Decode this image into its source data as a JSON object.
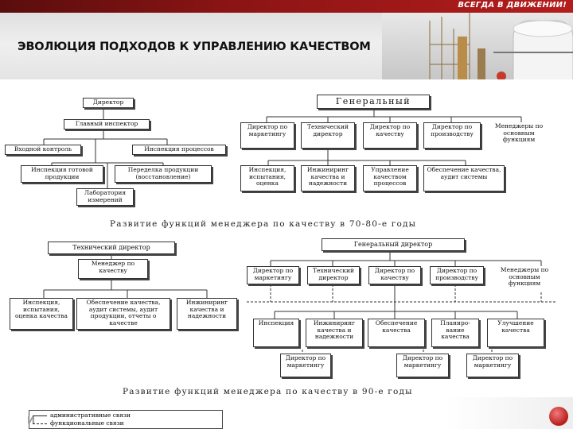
{
  "header": {
    "slogan": "ВСЕГДА В ДВИЖЕНИИ!",
    "title": "ЭВОЛЮЦИЯ ПОДХОДОВ К УПРАВЛЕНИЮ КАЧЕСТВОМ",
    "brand_color": "#9b1818"
  },
  "diagram1": {
    "director": "Директор",
    "chief_inspector": "Главный инспектор",
    "incoming_control": "Входной контроль",
    "process_inspection": "Инспекция процессов",
    "finished_inspection": "Инспекция готовой продукции",
    "rework": "Переделка продукции (восстановление)",
    "lab": "Лаборатория измерений"
  },
  "diagram2": {
    "general": "Генеральный",
    "dir_marketing": "Директор по маркетингу",
    "tech_director": "Технический директор",
    "dir_quality": "Директор по качеству",
    "dir_production": "Директор по производству",
    "managers_functions": "Менеджеры по основным функциям",
    "inspection_testing": "Инспекция, испытания, оценка",
    "reliability_engineering": "Инжиниринг качества и надежности",
    "process_control": "Управление качеством процессов",
    "quality_assurance": "Обеспечение качества, аудит системы"
  },
  "caption1": "Развитие функций менеджера по качеству в 70-80-е годы",
  "diagram3": {
    "tech_director": "Технический директор",
    "quality_manager": "Менеджер по качеству",
    "inspection": "Инспекция, испытания, оценка качества",
    "assurance": "Обеспечение качества, аудит системы, аудит продукции, отчеты о качестве",
    "engineering": "Инжиниринг качества и надежности"
  },
  "diagram4": {
    "general_director": "Генеральный директор",
    "dir_marketing": "Директор по маркетингу",
    "tech_director": "Технический директор",
    "dir_quality": "Директор по качеству",
    "dir_production": "Директор по производству",
    "managers_functions": "Менеджеры по основным функциям",
    "inspection": "Инспекция",
    "engineering": "Инжиниринг качества и надежности",
    "assurance": "Обеспечение качества",
    "planning": "Планиро-вание качества",
    "improvement": "Улучшение качества",
    "sub_marketing": "Директор по маркетингу",
    "sub_marketing2": "Директор по маркетингу",
    "sub_marketing3": "Директор по маркетингу"
  },
  "caption2": "Развитие функций менеджера по качеству в 90-е годы",
  "legend": {
    "admin": "административные связи",
    "functional": "функциональные связи"
  },
  "footer": {
    "logo": "И"
  }
}
